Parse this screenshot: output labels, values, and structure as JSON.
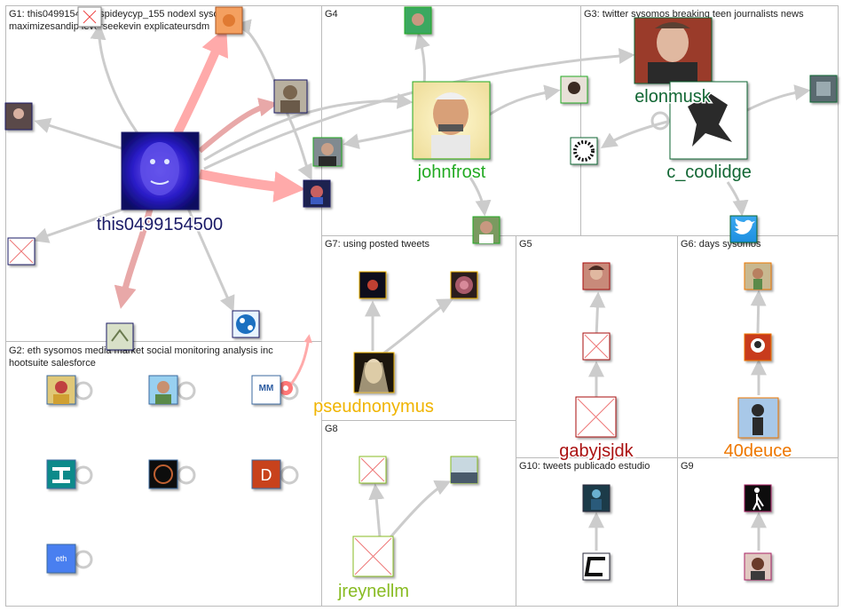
{
  "groups": [
    {
      "id": "G1",
      "title_lines": [
        "G1: this0499154500 spideycyp_155 nodexl sysomos",
        "maximizesandip leverseekevin explicateursdm"
      ]
    },
    {
      "id": "G2",
      "title_lines": [
        "G2: eth sysomos media market social monitoring analysis inc",
        "hootsuite salesforce"
      ]
    },
    {
      "id": "G3",
      "title_lines": [
        "G3: twitter sysomos breaking teen journalists news"
      ]
    },
    {
      "id": "G4",
      "title_lines": [
        "G4"
      ]
    },
    {
      "id": "G5",
      "title_lines": [
        "G5"
      ]
    },
    {
      "id": "G6",
      "title_lines": [
        "G6: days sysomos"
      ]
    },
    {
      "id": "G7",
      "title_lines": [
        "G7: using posted tweets"
      ]
    },
    {
      "id": "G8",
      "title_lines": [
        "G8"
      ]
    },
    {
      "id": "G9",
      "title_lines": [
        "G9"
      ]
    },
    {
      "id": "G10",
      "title_lines": [
        "G10: tweets publicado estudio"
      ]
    }
  ],
  "labels": {
    "this0499154500": "this0499154500",
    "johnfrost": "johnfrost",
    "elonmusk": "elonmusk",
    "c_coolidge": "c_coolidge",
    "pseudnonymus": "pseudnonymus",
    "gabyjsjdk": "gabyjsjdk",
    "deuce": "40deuce",
    "jreynellm": "jreynellm"
  },
  "colors": {
    "this0499154500": "#1a1a66",
    "johnfrost": "#22aa22",
    "elonmusk": "#116633",
    "c_coolidge": "#116633",
    "pseudnonymus": "#f0b400",
    "gabyjsjdk": "#aa1111",
    "deuce": "#ee7700",
    "jreynellm": "#88bb22",
    "edge_grey": "#cccccc",
    "edge_red": "#ffaaaa",
    "grid": "#bbbbbb"
  },
  "tiles": {
    "g2_d_letter": "D",
    "g2_mm_text": "MM",
    "g2_eth_text": "eth"
  }
}
